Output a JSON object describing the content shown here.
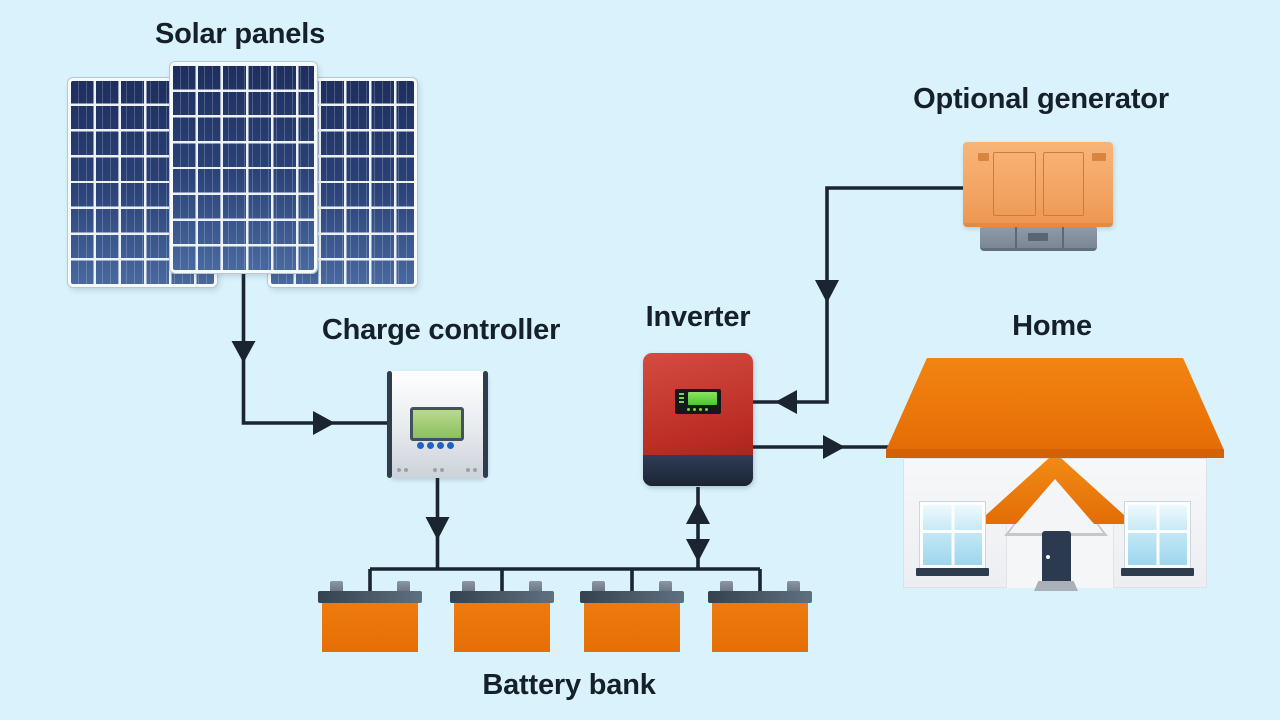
{
  "diagram": {
    "type": "off-grid solar power system diagram",
    "labels": {
      "solar_panels": "Solar panels",
      "charge_controller": "Charge controller",
      "inverter": "Inverter",
      "optional_generator": "Optional generator",
      "home": "Home",
      "battery_bank": "Battery bank"
    },
    "connections": [
      {
        "from": "solar_panels",
        "to": "charge_controller",
        "arrow": "one-way"
      },
      {
        "from": "charge_controller",
        "to": "battery_bank",
        "arrow": "one-way"
      },
      {
        "from": "battery_bank",
        "to": "inverter",
        "arrow": "two-way"
      },
      {
        "from": "optional_generator",
        "to": "inverter",
        "arrow": "one-way"
      },
      {
        "from": "inverter",
        "to": "home",
        "arrow": "one-way"
      }
    ],
    "counts": {
      "solar_panels": 3,
      "batteries": 4
    },
    "colors": {
      "background": "#d9f2fb",
      "text": "#15202b",
      "connector_line": "#1b2531",
      "solar_panel_blue": "#2b4277",
      "inverter_red": "#bb2d25",
      "inverter_base_navy": "#1a2433",
      "generator_orange": "#f2a260",
      "roof_orange": "#e87107",
      "battery_orange": "#ea7409",
      "controller_screen_green": "#8cc05e",
      "inverter_screen_green": "#4cc631"
    }
  }
}
